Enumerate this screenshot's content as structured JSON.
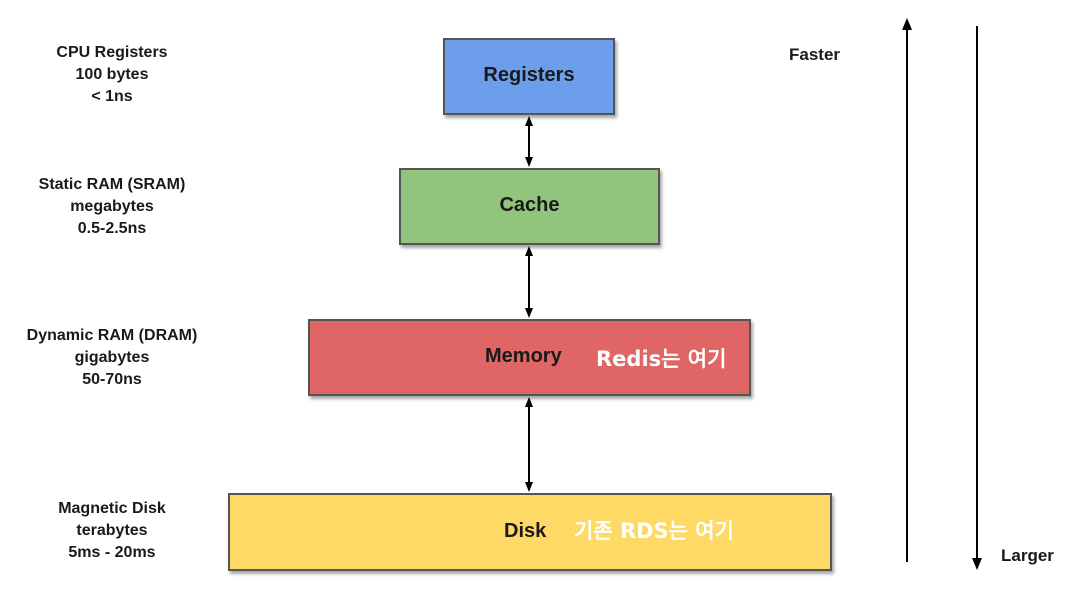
{
  "levels": [
    {
      "box_label": "Registers",
      "side_lines": [
        "CPU Registers",
        "100 bytes",
        "< 1ns"
      ],
      "color": "#6d9eeb",
      "note": ""
    },
    {
      "box_label": "Cache",
      "side_lines": [
        "Static RAM (SRAM)",
        "megabytes",
        "0.5-2.5ns"
      ],
      "color": "#93c47d",
      "note": ""
    },
    {
      "box_label": "Memory",
      "side_lines": [
        "Dynamic RAM (DRAM)",
        "gigabytes",
        "50-70ns"
      ],
      "color": "#e06666",
      "note": "Redis는 여기"
    },
    {
      "box_label": "Disk",
      "side_lines": [
        "Magnetic Disk",
        "terabytes",
        "5ms - 20ms"
      ],
      "color": "#ffd966",
      "note": "기존 RDS는 여기"
    }
  ],
  "axis": {
    "up_label": "Faster",
    "down_label": "Larger"
  }
}
